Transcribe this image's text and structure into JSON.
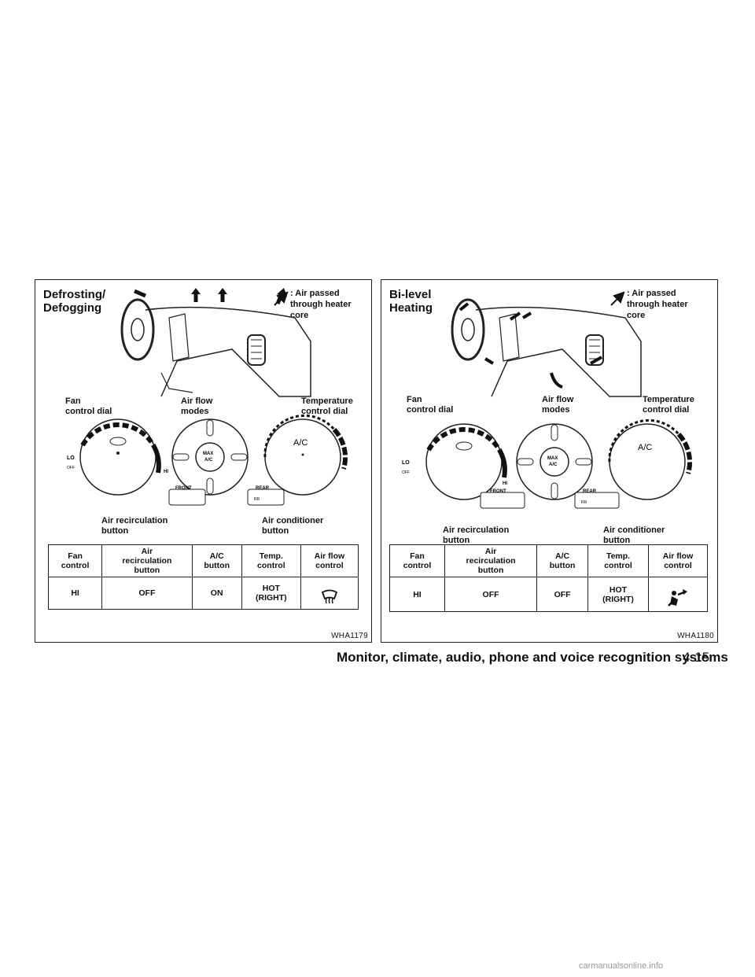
{
  "panels": [
    {
      "title": "Defrosting/\nDefogging",
      "legend": ": Air passed\n  through heater\n  core",
      "labels": {
        "fan_dial": "Fan\ncontrol dial",
        "air_flow_modes": "Air flow\nmodes",
        "temp_dial": "Temperature\ncontrol dial",
        "recirc_button": "Air recirculation\nbutton",
        "ac_button": "Air conditioner\nbutton"
      },
      "dial_marks": {
        "lo": "LO",
        "off": "OFF",
        "hi": "HI",
        "ac": "A/C",
        "max_ac": "MAX\nA/C",
        "front": "FRONT",
        "rear": "REAR",
        "rr": "RR"
      },
      "table": {
        "headers": [
          "Fan\ncontrol",
          "Air\nrecirculation\nbutton",
          "A/C\nbutton",
          "Temp.\ncontrol",
          "Air flow\ncontrol"
        ],
        "row": [
          "HI",
          "OFF",
          "ON",
          "HOT\n(RIGHT)"
        ],
        "airflow_icon": "defrost-icon"
      },
      "code": "WHA1179"
    },
    {
      "title": "Bi-level\nHeating",
      "legend": ": Air passed\n  through heater\n  core",
      "labels": {
        "fan_dial": "Fan\ncontrol dial",
        "air_flow_modes": "Air flow\nmodes",
        "temp_dial": "Temperature\ncontrol dial",
        "recirc_button": "Air recirculation\nbutton",
        "ac_button": "Air conditioner\nbutton"
      },
      "dial_marks": {
        "lo": "LO",
        "off": "OFF",
        "hi": "HI",
        "ac": "A/C",
        "max_ac": "MAX\nA/C",
        "front": "FRONT",
        "rear": "REAR",
        "rr": "RR"
      },
      "table": {
        "headers": [
          "Fan\ncontrol",
          "Air\nrecirculation\nbutton",
          "A/C\nbutton",
          "Temp.\ncontrol",
          "Air flow\ncontrol"
        ],
        "row": [
          "HI",
          "OFF",
          "OFF",
          "HOT\n(RIGHT)"
        ],
        "airflow_icon": "bi-level-icon"
      },
      "code": "WHA1180"
    }
  ],
  "footer": {
    "section": "Monitor, climate, audio, phone and voice recognition systems",
    "page": "4-15"
  },
  "watermark": "carmanualsonline.info"
}
